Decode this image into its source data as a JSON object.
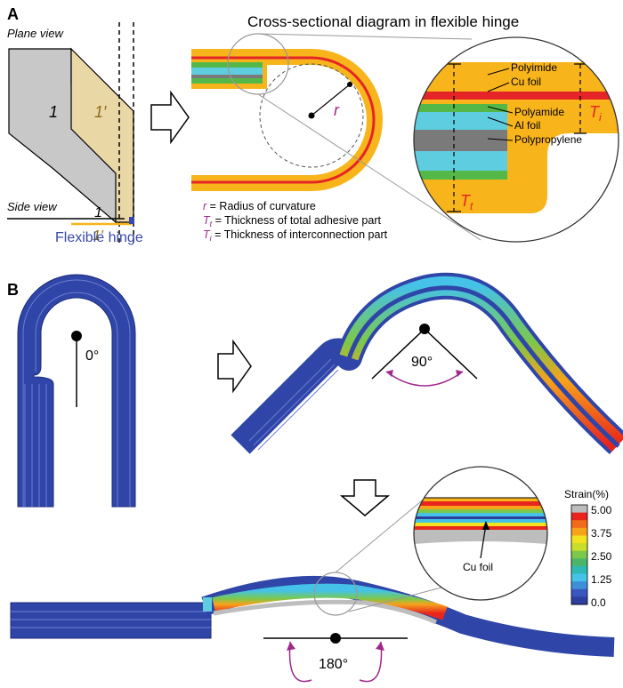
{
  "panels": {
    "A": {
      "label": "A",
      "plane_view_label": "Plane view",
      "side_view_label": "Side view",
      "region_1": "1",
      "region_1_prime": "1′",
      "flexible_hinge_label": "Flexible hinge",
      "title": "Cross-sectional diagram in flexible hinge",
      "radius_symbol": "r",
      "layers": {
        "polyimide": "Polyimide",
        "cu_foil": "Cu foil",
        "polyamide": "Polyamide",
        "al_foil": "Al foil",
        "polypropylene": "Polypropylene"
      },
      "ti_symbol": "T",
      "ti_sub": "i",
      "tt_symbol": "T",
      "tt_sub": "t",
      "legend": {
        "r_sym": "r",
        "r_text": " = Radius of curvature",
        "tt_sym": "T",
        "tt_sub": "t",
        "tt_text": " = Thickness of total adhesive part",
        "ti_sym": "T",
        "ti_sub": "i",
        "ti_text": " = Thickness of interconnection part"
      }
    },
    "B": {
      "label": "B",
      "angle_0": "0°",
      "angle_90": "90°",
      "angle_180": "180°",
      "cu_foil_label": "Cu foil",
      "colorbar": {
        "title": "Strain(%)",
        "ticks": [
          "5.00",
          "3.75",
          "2.50",
          "1.25",
          "0.0"
        ],
        "colors": [
          "#bdbdbd",
          "#e8251c",
          "#f26b1d",
          "#f7a21b",
          "#f3e21e",
          "#c9de2a",
          "#7cc84a",
          "#4bb66a",
          "#2fb9b5",
          "#45c2e8",
          "#3d8fd8",
          "#3a56c0",
          "#2c3f9e"
        ]
      }
    }
  },
  "colors": {
    "hinge_blue": "#3848a8",
    "polyimide": "#f8b41b",
    "cu": "#e52428",
    "polyamide": "#54b848",
    "al": "#5ecde0",
    "polypropylene": "#7a7a7a",
    "gray_face": "#c8c8c8",
    "tan_face": "#ead7a6",
    "magenta": "#a0288c",
    "sim_blue": "#2f46a8"
  }
}
